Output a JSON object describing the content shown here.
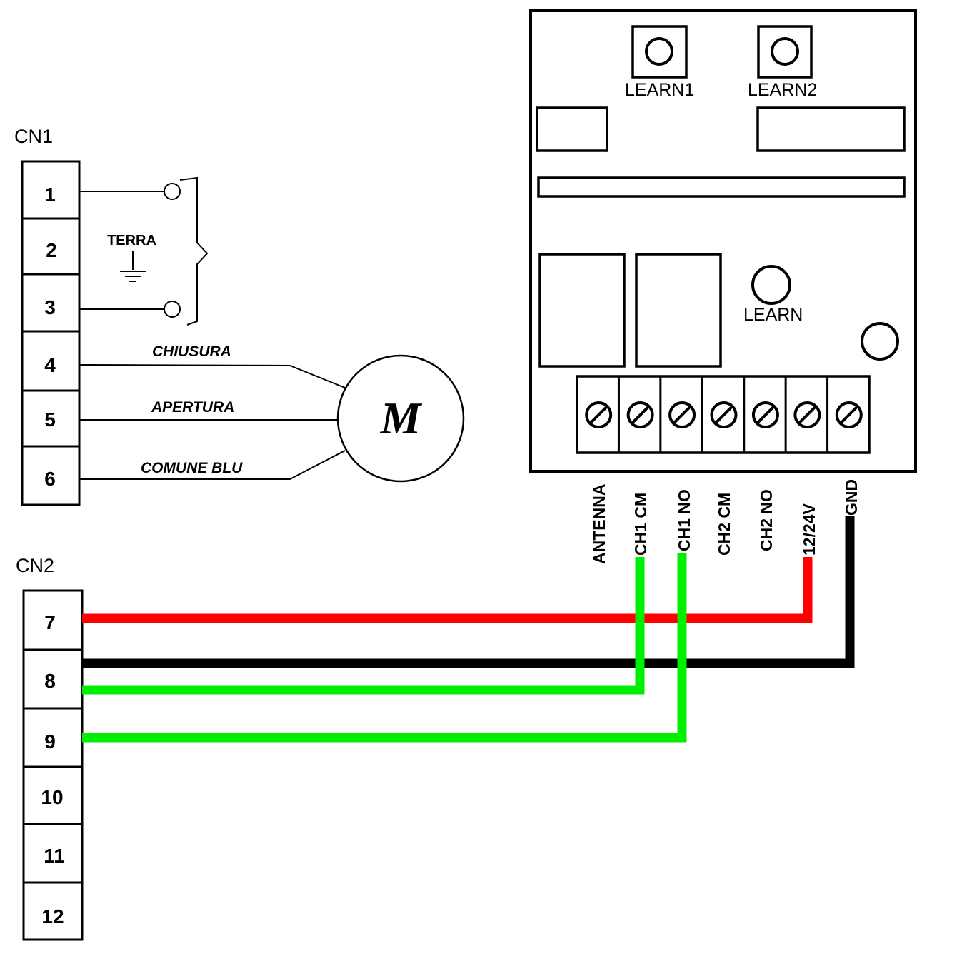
{
  "cn1": {
    "title": "CN1",
    "terminals": [
      "1",
      "2",
      "3",
      "4",
      "5",
      "6"
    ]
  },
  "cn2": {
    "title": "CN2",
    "terminals": [
      "7",
      "8",
      "9",
      "10",
      "11",
      "12"
    ]
  },
  "ground_label": "TERRA",
  "motor": {
    "symbol": "M",
    "wires": {
      "closing": "CHIUSURA",
      "opening": "APERTURA",
      "common": "COMUNE BLU"
    }
  },
  "receiver": {
    "learn1": "LEARN1",
    "learn2": "LEARN2",
    "learn": "LEARN",
    "terminals": [
      "ANTENNA",
      "CH1 CM",
      "CH1 NO",
      "CH2 CM",
      "CH2 NO",
      "12/24V",
      "GND"
    ]
  },
  "wire_colors": {
    "power": "#ff0000",
    "ground": "#000000",
    "channel": "#00ee00"
  },
  "connections": [
    {
      "from": "7",
      "to": "12/24V",
      "color": "power"
    },
    {
      "from": "8",
      "to": "GND",
      "color": "ground"
    },
    {
      "from": "8",
      "to": "CH1 CM",
      "color": "channel"
    },
    {
      "from": "9",
      "to": "CH1 NO",
      "color": "channel"
    }
  ]
}
